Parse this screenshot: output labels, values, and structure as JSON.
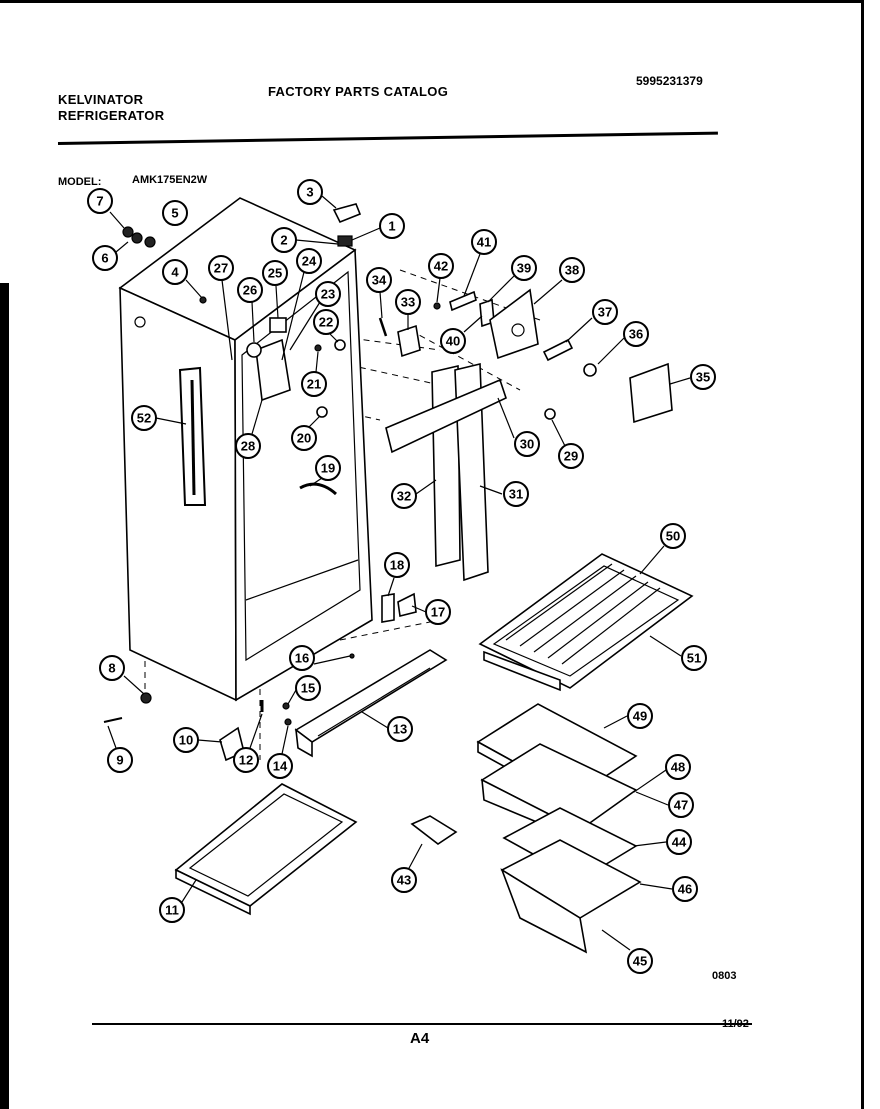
{
  "header": {
    "brand_line1": "KELVINATOR",
    "brand_line2": "REFRIGERATOR",
    "catalog_title": "FACTORY PARTS CATALOG",
    "catalog_number": "5995231379",
    "model_label": "MODEL:",
    "model_value": "AMK175EN2W"
  },
  "diagram": {
    "callouts": [
      "1",
      "2",
      "3",
      "4",
      "5",
      "6",
      "7",
      "8",
      "9",
      "10",
      "11",
      "12",
      "13",
      "14",
      "15",
      "16",
      "17",
      "18",
      "19",
      "20",
      "21",
      "22",
      "23",
      "24",
      "25",
      "26",
      "27",
      "28",
      "29",
      "30",
      "31",
      "32",
      "33",
      "34",
      "35",
      "36",
      "37",
      "38",
      "39",
      "40",
      "41",
      "42",
      "43",
      "44",
      "45",
      "46",
      "47",
      "48",
      "49",
      "50",
      "51",
      "52"
    ]
  },
  "footer": {
    "drawing_code": "0803",
    "page_label": "A4",
    "date": "11/92"
  }
}
